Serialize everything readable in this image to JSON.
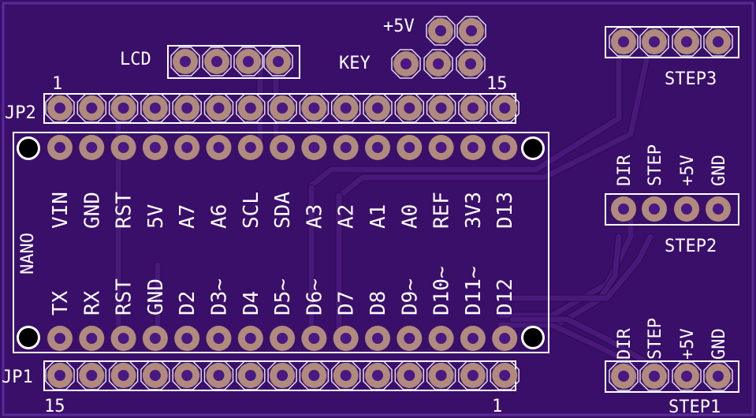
{
  "board": {
    "background": "#3a0f6a",
    "edge_color": "#5a2a98",
    "pad_color": "#b08a7c",
    "hole_color": "#4a1882",
    "silk_color": "#ffffff",
    "trace_color": "#48197a"
  },
  "labels": {
    "lcd": "LCD",
    "key": "KEY",
    "plus5v_top": "+5V",
    "jp2": "JP2",
    "jp1": "JP1",
    "jp2_pin_first": "1",
    "jp2_pin_last": "15",
    "jp1_pin_first": "15",
    "jp1_pin_last": "1",
    "nano": "NANO",
    "step1": "STEP1",
    "step2": "STEP2",
    "step3": "STEP3"
  },
  "nano_top_pins": [
    "VIN",
    "GND",
    "RST",
    "5V",
    "A7",
    "A6",
    "SCL",
    "SDA",
    "A3",
    "A2",
    "A1",
    "A0",
    "REF",
    "3V3",
    "D13"
  ],
  "nano_bottom_pins": [
    "TX",
    "RX",
    "RST",
    "GND",
    "D2",
    "D3~",
    "D4",
    "D5~",
    "D6~",
    "D7",
    "D8",
    "D9~",
    "D10~",
    "D11~",
    "D12"
  ],
  "step_pins": [
    "DIR",
    "STEP",
    "+5V",
    "GND"
  ]
}
